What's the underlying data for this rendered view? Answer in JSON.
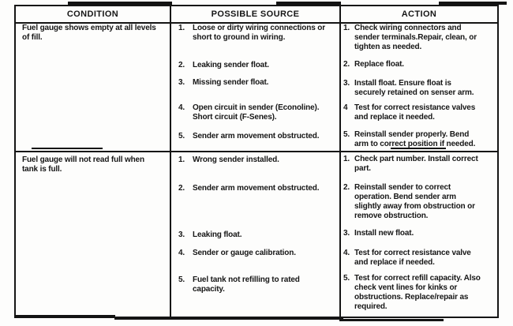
{
  "table": {
    "headers": {
      "condition": "CONDITION",
      "source": "POSSIBLE SOURCE",
      "action": "ACTION"
    },
    "rows": [
      {
        "condition": "Fuel gauge shows empty at all levels\nof fill.",
        "sources": [
          {
            "num": "1.",
            "text": "Loose or dirty wiring connections or\nshort to ground in wiring."
          },
          {
            "num": "2.",
            "text": "Leaking sender float."
          },
          {
            "num": "3.",
            "text": "Missing sender float."
          },
          {
            "num": "4.",
            "text": "Open circuit in sender (Econoline).\nShort circuit (F-Senes)."
          },
          {
            "num": "5.",
            "text": "Sender arm movement obstructed."
          }
        ],
        "actions": [
          {
            "num": "1.",
            "text": "Check wiring connectors and\nsender terminals.Repair, clean, or\ntighten as needed."
          },
          {
            "num": "2.",
            "text": "Replace float."
          },
          {
            "num": "3.",
            "text": "Install float. Ensure float is\nsecurely retained on senser arm."
          },
          {
            "num": "4",
            "text": "Test for correct resistance valves\nand replace it needed."
          },
          {
            "num": "5.",
            "text": "Reinstall sender properly. Bend\narm to correct position if needed."
          }
        ]
      },
      {
        "condition": "Fuel gauge will not read full when\ntank is full.",
        "sources": [
          {
            "num": "1.",
            "text": "Wrong sender installed."
          },
          {
            "num": "2.",
            "text": "Sender arm movement obstructed."
          },
          {
            "num": "3.",
            "text": "Leaking float."
          },
          {
            "num": "4.",
            "text": "Sender or gauge calibration."
          },
          {
            "num": "5.",
            "text": "Fuel tank not refilling to rated\ncapacity."
          }
        ],
        "actions": [
          {
            "num": "1.",
            "text": "Check part number. Install correct\npart."
          },
          {
            "num": "2.",
            "text": "Reinstall sender to correct\noperation. Bend sender arm\nslightly away from obstruction or\nremove obstruction."
          },
          {
            "num": "3.",
            "text": "Install new float."
          },
          {
            "num": "4.",
            "text": "Test for correct resistance valve\nand replace if needed."
          },
          {
            "num": "5.",
            "text": "Test for correct refill capacity. Also\ncheck vent lines for kinks or\nobstructions. Replace/repair as\nrequired."
          }
        ]
      }
    ]
  },
  "colors": {
    "ink": "#151515",
    "paper": "#fdfdfc"
  }
}
